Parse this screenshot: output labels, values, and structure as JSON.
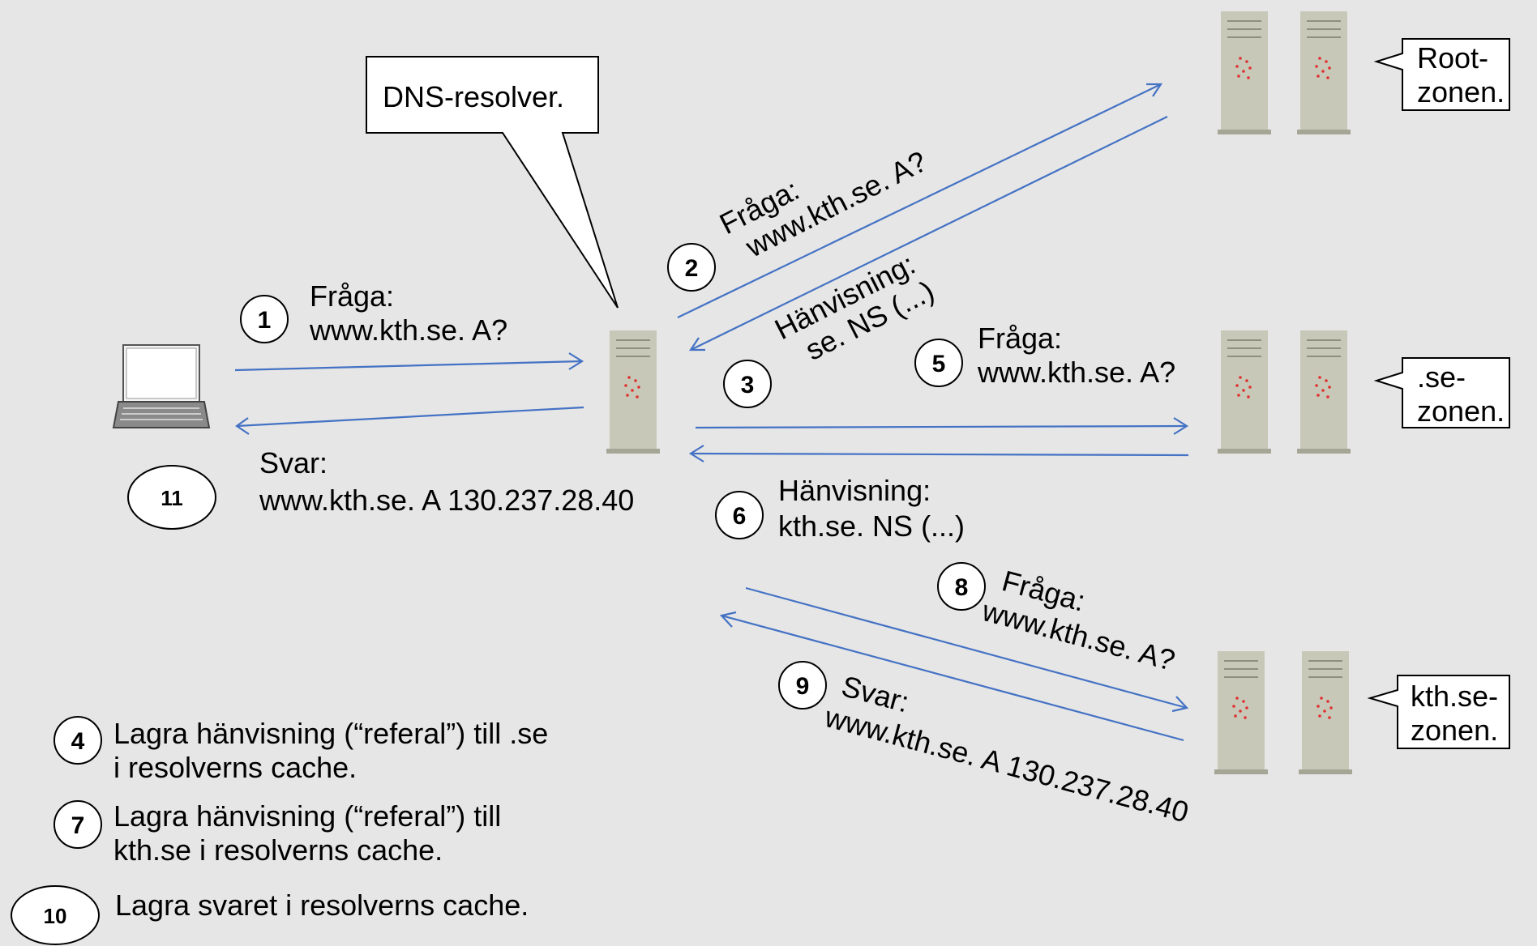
{
  "callouts": {
    "resolver": "DNS-resolver.",
    "root_l1": "Root-",
    "root_l2": "zonen.",
    "se_l1": ".se-",
    "se_l2": "zonen.",
    "kth_l1": "kth.se-",
    "kth_l2": "zonen."
  },
  "steps": {
    "s1": {
      "num": "1",
      "l1": "Fråga:",
      "l2": "www.kth.se. A?"
    },
    "s2": {
      "num": "2",
      "l1": "Fråga:",
      "l2": "www.kth.se. A?"
    },
    "s3": {
      "num": "3",
      "l1": "Hänvisning:",
      "l2": "se. NS (...)"
    },
    "s4": {
      "num": "4",
      "l1": "Lagra hänvisning (“referal”) till .se",
      "l2": "i resolverns cache."
    },
    "s5": {
      "num": "5",
      "l1": "Fråga:",
      "l2": "www.kth.se. A?"
    },
    "s6": {
      "num": "6",
      "l1": "Hänvisning:",
      "l2": "kth.se. NS (...)"
    },
    "s7": {
      "num": "7",
      "l1": "Lagra hänvisning (“referal”) till",
      "l2": "kth.se i resolverns cache."
    },
    "s8": {
      "num": "8",
      "l1": "Fråga:",
      "l2": "www.kth.se. A?"
    },
    "s9": {
      "num": "9",
      "l1": "Svar:",
      "l2": "www.kth.se. A 130.237.28.40"
    },
    "s10": {
      "num": "10",
      "l1": "Lagra svaret i resolverns cache."
    },
    "s11": {
      "num": "11",
      "l1": "Svar:",
      "l2": "www.kth.se. A 130.237.28.40"
    }
  },
  "colors": {
    "arrow": "#4472c4",
    "server": "#c8c8b9",
    "led": "#e03030",
    "background": "#e6e6e6"
  }
}
